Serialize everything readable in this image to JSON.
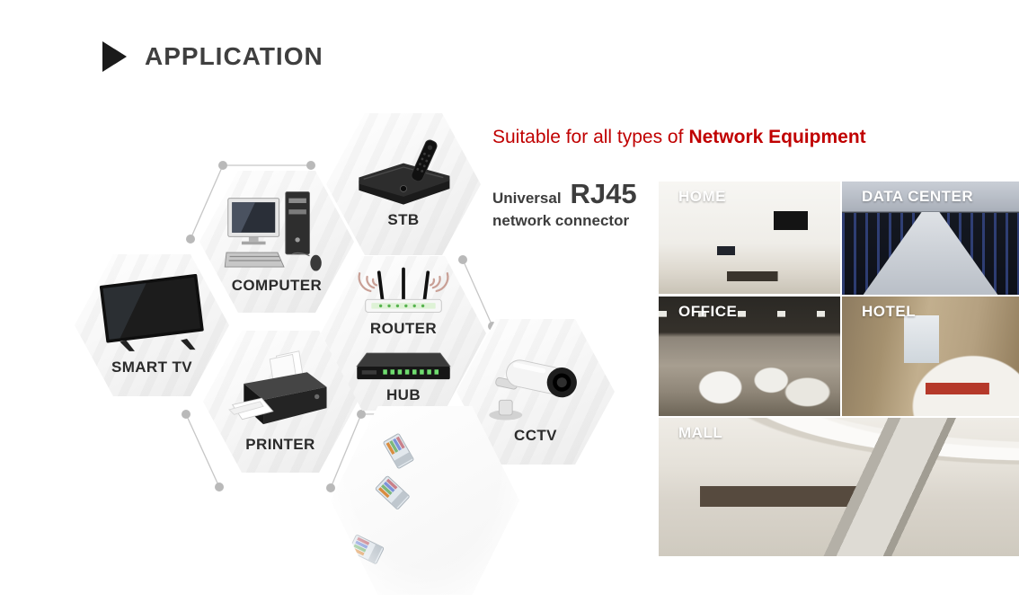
{
  "slide": {
    "title": "APPLICATION"
  },
  "headline": {
    "prefix": "Suitable for all types of",
    "highlight": "Network Equipment"
  },
  "connector_text": {
    "line1_small": "Universal",
    "line1_big": "RJ45",
    "line2": "network connector"
  },
  "hexagons": {
    "stb": {
      "label": "STB"
    },
    "computer": {
      "label": "COMPUTER"
    },
    "smart_tv": {
      "label": "SMART TV"
    },
    "router": {
      "label": "ROUTER"
    },
    "hub": {
      "label": "HUB"
    },
    "printer": {
      "label": "PRINTER"
    },
    "cctv": {
      "label": "CCTV"
    }
  },
  "photos": {
    "home": {
      "label": "HOME"
    },
    "data_center": {
      "label": "DATA CENTER"
    },
    "office": {
      "label": "OFFICE"
    },
    "hotel": {
      "label": "HOTEL"
    },
    "mall": {
      "label": "MALL"
    }
  },
  "colors": {
    "accent_red": "#c00000",
    "title_gray": "#3f3f3f",
    "cable_blue": "#5aa9dd",
    "node_gray": "#b9b9b9"
  }
}
